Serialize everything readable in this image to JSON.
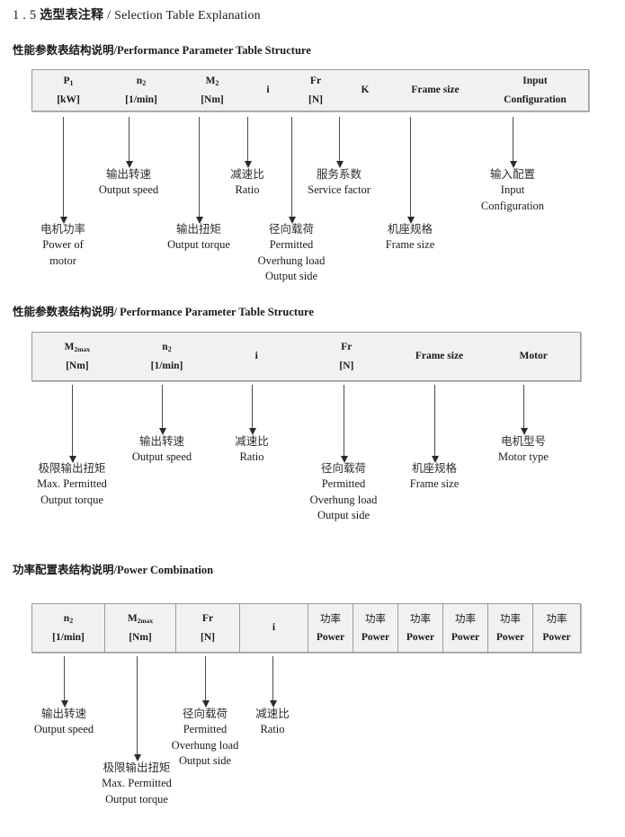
{
  "page": {
    "title_number": "1 . 5",
    "title_cn": "选型表注释",
    "title_sep": "/",
    "title_en": "Selection Table Explanation"
  },
  "sections": [
    {
      "heading_cn": "性能参数表结构说明",
      "heading_sep": "/",
      "heading_en": "Performance Parameter Table Structure",
      "table": {
        "columns": [
          {
            "line1": "P",
            "line1_sub": "1",
            "line2": "[kW]"
          },
          {
            "line1": "n",
            "line1_sub": "2",
            "line2": "[1/min]"
          },
          {
            "line1": "M",
            "line1_sub": "2",
            "line2": "[Nm]"
          },
          {
            "line1": "i",
            "line1_sub": "",
            "line2": ""
          },
          {
            "line1": "Fr",
            "line1_sub": "",
            "line2": "[N]"
          },
          {
            "line1": "K",
            "line1_sub": "",
            "line2": ""
          },
          {
            "line1": "Frame size",
            "line1_sub": "",
            "line2": ""
          },
          {
            "line1": "Input",
            "line1_sub": "",
            "line2": "Configuration"
          }
        ],
        "annotations": [
          {
            "cn": "电机功率",
            "en": [
              "Power of",
              "motor"
            ]
          },
          {
            "cn": "输出转速",
            "en": [
              "Output speed"
            ]
          },
          {
            "cn": "输出扭矩",
            "en": [
              "Output torque"
            ]
          },
          {
            "cn": "减速比",
            "en": [
              "Ratio"
            ]
          },
          {
            "cn": "径向载荷",
            "en": [
              "Permitted",
              "Overhung load",
              "Output side"
            ]
          },
          {
            "cn": "服务系数",
            "en": [
              "Service factor"
            ]
          },
          {
            "cn": "机座规格",
            "en": [
              "Frame size"
            ]
          },
          {
            "cn": "输入配置",
            "en": [
              "Input",
              "Configuration"
            ]
          }
        ]
      }
    },
    {
      "heading_cn": "性能参数表结构说明",
      "heading_sep": "/",
      "heading_en": "Performance Parameter Table Structure",
      "table": {
        "columns": [
          {
            "line1": "M",
            "line1_sub": "2max",
            "line2": "[Nm]"
          },
          {
            "line1": "n",
            "line1_sub": "2",
            "line2": "[1/min]"
          },
          {
            "line1": "i",
            "line1_sub": "",
            "line2": ""
          },
          {
            "line1": "Fr",
            "line1_sub": "",
            "line2": "[N]"
          },
          {
            "line1": "Frame size",
            "line1_sub": "",
            "line2": ""
          },
          {
            "line1": "Motor",
            "line1_sub": "",
            "line2": ""
          }
        ],
        "annotations": [
          {
            "cn": "极限输出扭矩",
            "en": [
              "Max. Permitted",
              "Output  torque"
            ]
          },
          {
            "cn": "输出转速",
            "en": [
              "Output speed"
            ]
          },
          {
            "cn": "减速比",
            "en": [
              "Ratio"
            ]
          },
          {
            "cn": "径向载荷",
            "en": [
              "Permitted",
              "Overhung load",
              "Output side"
            ]
          },
          {
            "cn": "机座规格",
            "en": [
              "Frame size"
            ]
          },
          {
            "cn": "电机型号",
            "en": [
              "Motor type"
            ]
          }
        ]
      }
    },
    {
      "heading_cn": "功率配置表结构说明",
      "heading_sep": "/",
      "heading_en": "Power Combination",
      "table": {
        "columns": [
          {
            "line1": "n",
            "line1_sub": "2",
            "line2": "[1/min]"
          },
          {
            "line1": "M",
            "line1_sub": "2max",
            "line2": "[Nm]"
          },
          {
            "line1": "Fr",
            "line1_sub": "",
            "line2": "[N]"
          },
          {
            "line1": "i",
            "line1_sub": "",
            "line2": ""
          },
          {
            "line1_cn": "功率",
            "line2": "Power"
          },
          {
            "line1_cn": "功率",
            "line2": "Power"
          },
          {
            "line1_cn": "功率",
            "line2": "Power"
          },
          {
            "line1_cn": "功率",
            "line2": "Power"
          },
          {
            "line1_cn": "功率",
            "line2": "Power"
          },
          {
            "line1_cn": "功率",
            "line2": "Power"
          }
        ],
        "annotations": [
          {
            "cn": "输出转速",
            "en": [
              "Output speed"
            ]
          },
          {
            "cn": "极限输出扭矩",
            "en": [
              "Max. Permitted",
              "Output  torque"
            ]
          },
          {
            "cn": "径向载荷",
            "en": [
              "Permitted",
              "Overhung load",
              "Output side"
            ]
          },
          {
            "cn": "减速比",
            "en": [
              "Ratio"
            ]
          }
        ]
      }
    }
  ]
}
